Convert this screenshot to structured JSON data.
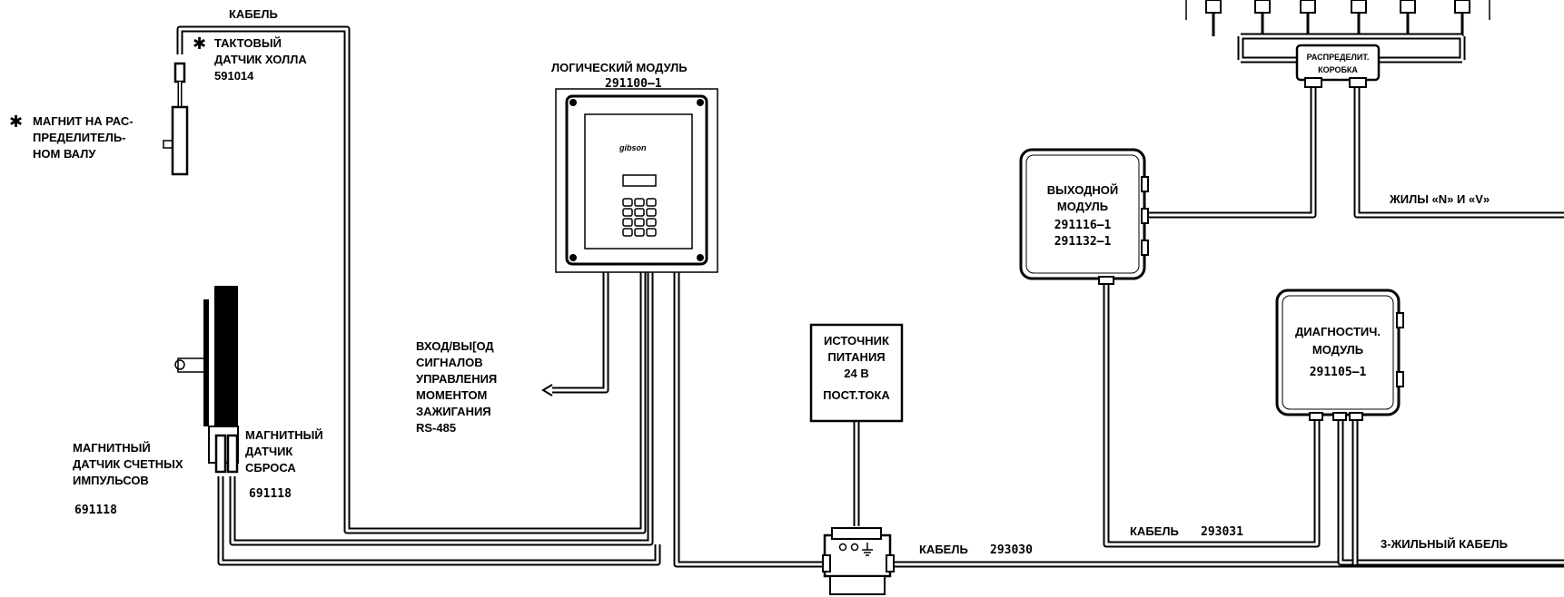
{
  "labels": {
    "cable_top": "КАБЕЛЬ",
    "star": "✱",
    "hall_l1": "ТАКТОВЫЙ",
    "hall_l2": "ДАТЧИК ХОЛЛА",
    "hall_num": "591014",
    "magnet_l1": "МАГНИТ НА РАС-",
    "magnet_l2": "ПРЕДЕЛИТЕЛЬ-",
    "magnet_l3": "НОМ ВАЛУ",
    "logic_title": "ЛОГИЧЕСКИЙ МОДУЛЬ",
    "logic_num": "291100–1",
    "io_l1": "ВХОД/ВЫ[ОД",
    "io_l2": "СИГНАЛОВ",
    "io_l3": "УПРАВЛЕНИЯ",
    "io_l4": "МОМЕНТОМ",
    "io_l5": "ЗАЖИГАНИЯ",
    "io_l6": "RS-485",
    "mag_count_l1": "МАГНИТНЫЙ",
    "mag_count_l2": "ДАТЧИК СЧЕТНЫХ",
    "mag_count_l3": "ИМПУЛЬСОВ",
    "mag_count_num": "691118",
    "mag_reset_l1": "МАГНИТНЫЙ",
    "mag_reset_l2": "ДАТЧИК",
    "mag_reset_l3": "СБРОСА",
    "mag_reset_num": "691118",
    "psu_l1": "ИСТОЧНИК",
    "psu_l2": "ПИТАНИЯ",
    "psu_l3": "24 В",
    "psu_l4": "ПОСТ.ТОКА",
    "cable1": "КАБЕЛЬ",
    "cable1_num": "293030",
    "out_l1": "ВЫХОДНОЙ",
    "out_l2": "МОДУЛЬ",
    "out_num1": "291116–1",
    "out_num2": "291132–1",
    "dist_l1": "РАСПРЕДЕЛИТ.",
    "dist_l2": "КОРОБКА",
    "wires_nv": "ЖИЛЫ «N» И «V»",
    "diag_l1": "ДИАГНОСТИЧ.",
    "diag_l2": "МОДУЛЬ",
    "diag_num": "291105–1",
    "cable2": "КАБЕЛЬ",
    "cable2_num": "293031",
    "cable3": "3-ЖИЛЬНЫЙ КАБЕЛЬ"
  }
}
